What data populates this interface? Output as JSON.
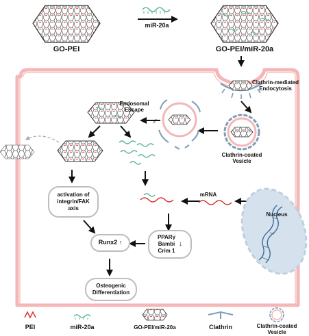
{
  "top": {
    "go_pei_label": "GO-PEI",
    "mir_label": "miR-20a",
    "complex_label": "GO-PEI/miR-20a"
  },
  "cell": {
    "clathrin_endocytosis": [
      "Clathrin-mediated",
      "Endocytosis"
    ],
    "endosomal_escape": [
      "Endosomal",
      "Escape"
    ],
    "clathrin_vesicle": [
      "Clathrin-coated",
      "Vesicle"
    ],
    "mrna_label": "mRNA",
    "nucleus_label": "Nucleus"
  },
  "boxes": {
    "integrin": [
      "activation of",
      "integrin/FAK",
      "axis"
    ],
    "runx2": "Runx2 ↑",
    "targets": [
      "PPARγ",
      "Bambi",
      "Crim 1"
    ],
    "targets_arrow": "↓",
    "osteogenic": [
      "Osteogenic",
      "Differentiation"
    ]
  },
  "legend": {
    "pei": "PEI",
    "mir": "miR-20a",
    "complex": "GO-PEI/miR-20a",
    "clathrin": "Clathrin",
    "vesicle": [
      "Clathrin-coated",
      "Vesicle"
    ]
  },
  "colors": {
    "membrane": "#f4b6b6",
    "pei": "#d9302c",
    "mir": "#5fb59a",
    "clathrin": "#7d9db5",
    "nucleus_fill": "#d6e1ee",
    "box_border": "#bdbdbd"
  }
}
